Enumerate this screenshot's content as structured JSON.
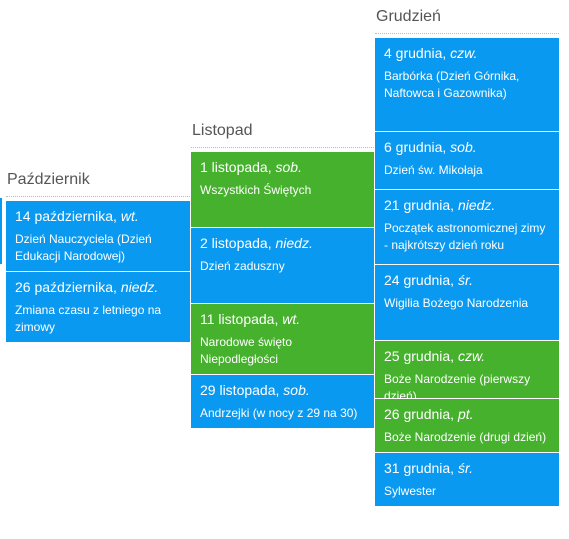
{
  "colors": {
    "blue": "#0a99f0",
    "green": "#46b12d",
    "title": "#555555"
  },
  "months": [
    {
      "title": "Październik",
      "events": [
        {
          "date": "14 października,",
          "day": "wt.",
          "desc": "Dzień Nauczyciela (Dzień Edukacji Narodowej)",
          "color": "blue"
        },
        {
          "date": "26 października,",
          "day": "niedz.",
          "desc": "Zmiana czasu z letniego na zimowy",
          "color": "blue"
        }
      ]
    },
    {
      "title": "Listopad",
      "events": [
        {
          "date": "1 listopada,",
          "day": "sob.",
          "desc": "Wszystkich Świętych",
          "color": "green"
        },
        {
          "date": "2 listopada,",
          "day": "niedz.",
          "desc": "Dzień zaduszny",
          "color": "blue"
        },
        {
          "date": "11 listopada,",
          "day": "wt.",
          "desc": "Narodowe święto Niepodległości",
          "color": "green"
        },
        {
          "date": "29 listopada,",
          "day": "sob.",
          "desc": "Andrzejki (w nocy z 29 na 30)",
          "color": "blue"
        }
      ]
    },
    {
      "title": "Grudzień",
      "events": [
        {
          "date": "4 grudnia,",
          "day": "czw.",
          "desc": "Barbórka (Dzień Górnika, Naftowca i Gazownika)",
          "color": "blue"
        },
        {
          "date": "6 grudnia,",
          "day": "sob.",
          "desc": "Dzień św. Mikołaja",
          "color": "blue"
        },
        {
          "date": "21 grudnia,",
          "day": "niedz.",
          "desc": "Początek astronomicznej zimy - najkrótszy dzień roku",
          "color": "blue"
        },
        {
          "date": "24 grudnia,",
          "day": "śr.",
          "desc": "Wigilia Bożego Narodzenia",
          "color": "blue"
        },
        {
          "date": "25 grudnia,",
          "day": "czw.",
          "desc": "Boże Narodzenie (pierwszy dzień)",
          "color": "green"
        },
        {
          "date": "26 grudnia,",
          "day": "pt.",
          "desc": "Boże Narodzenie (drugi dzień)",
          "color": "green"
        },
        {
          "date": "31 grudnia,",
          "day": "śr.",
          "desc": "Sylwester",
          "color": "blue"
        }
      ]
    }
  ]
}
